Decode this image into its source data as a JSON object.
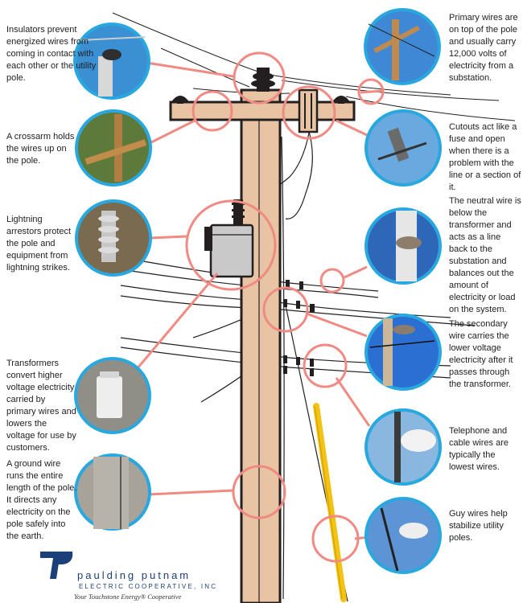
{
  "captions": {
    "insulators": "Insulators prevent energized wires from coming in contact with each other or the utility pole.",
    "crossarm": "A crossarm holds the wires up on the pole.",
    "lightning": "Lightning arrestors protect the pole and equipment from lightning strikes.",
    "transformers": "Transformers convert higher voltage electricity carried by primary wires and lowers the voltage for use by customers.",
    "ground": "A ground wire runs the entire length of the pole. It directs any electricity on the pole safely into the earth.",
    "primary": "Primary wires are on top of the pole and usually carry 12,000 volts of electricity from a substation.",
    "cutouts": "Cutouts act like a fuse and open when there is a problem with the line or a section of it.",
    "neutral": "The neutral wire is below the transformer and acts as a line back to the substation and balances out the amount of electricity or load on the system.",
    "secondary": "The secondary wire carries the lower voltage electricity after it passes through the transformer.",
    "telephone": "Telephone and cable wires are typically the lowest wires.",
    "guy": "Guy wires help stabilize utility poles."
  },
  "logo": {
    "name": "paulding putnam",
    "sub": "ELECTRIC COOPERATIVE, INC",
    "tagline": "Your Touchstone Energy® Cooperative"
  },
  "colors": {
    "pole": "#e8c3a4",
    "pole_outline": "#231f20",
    "callout": "#f08a82",
    "photo_ring": "#29a8e0",
    "brand_blue": "#1b3f78"
  }
}
